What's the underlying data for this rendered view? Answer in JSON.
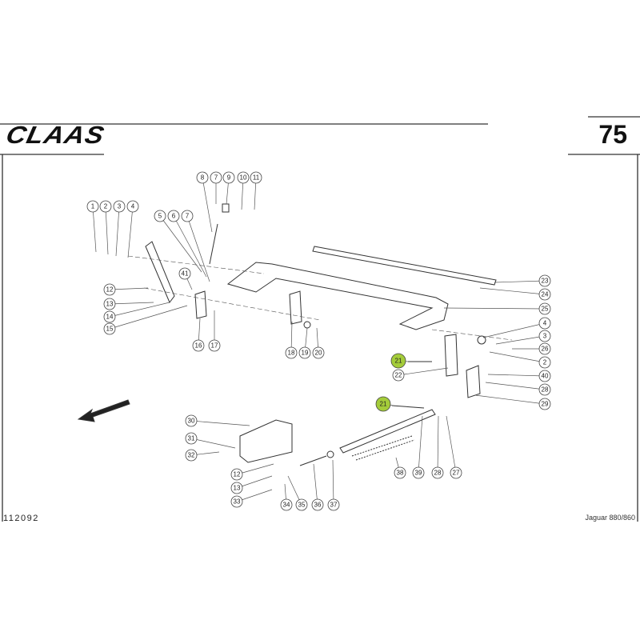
{
  "header": {
    "brand": "CLAAS",
    "page_number": "75"
  },
  "footer": {
    "document_id": "112092",
    "model": "Jaguar 880/860"
  },
  "highlight_color": "#a4cc3a",
  "callouts": [
    {
      "label": "8"
    },
    {
      "label": "7"
    },
    {
      "label": "9"
    },
    {
      "label": "10"
    },
    {
      "label": "11"
    },
    {
      "label": "1"
    },
    {
      "label": "2"
    },
    {
      "label": "3"
    },
    {
      "label": "4"
    },
    {
      "label": "5"
    },
    {
      "label": "6"
    },
    {
      "label": "7"
    },
    {
      "label": "41"
    },
    {
      "label": "12"
    },
    {
      "label": "13"
    },
    {
      "label": "14"
    },
    {
      "label": "15"
    },
    {
      "label": "16"
    },
    {
      "label": "17"
    },
    {
      "label": "18"
    },
    {
      "label": "19"
    },
    {
      "label": "20"
    },
    {
      "label": "23"
    },
    {
      "label": "24"
    },
    {
      "label": "25"
    },
    {
      "label": "4"
    },
    {
      "label": "3"
    },
    {
      "label": "26"
    },
    {
      "label": "2"
    },
    {
      "label": "40"
    },
    {
      "label": "28"
    },
    {
      "label": "29"
    },
    {
      "label": "21",
      "highlighted": true
    },
    {
      "label": "22"
    },
    {
      "label": "21",
      "highlighted": true
    },
    {
      "label": "30"
    },
    {
      "label": "31"
    },
    {
      "label": "32"
    },
    {
      "label": "12"
    },
    {
      "label": "13"
    },
    {
      "label": "33"
    },
    {
      "label": "34"
    },
    {
      "label": "35"
    },
    {
      "label": "36"
    },
    {
      "label": "37"
    },
    {
      "label": "38"
    },
    {
      "label": "39"
    },
    {
      "label": "28"
    },
    {
      "label": "27"
    }
  ]
}
